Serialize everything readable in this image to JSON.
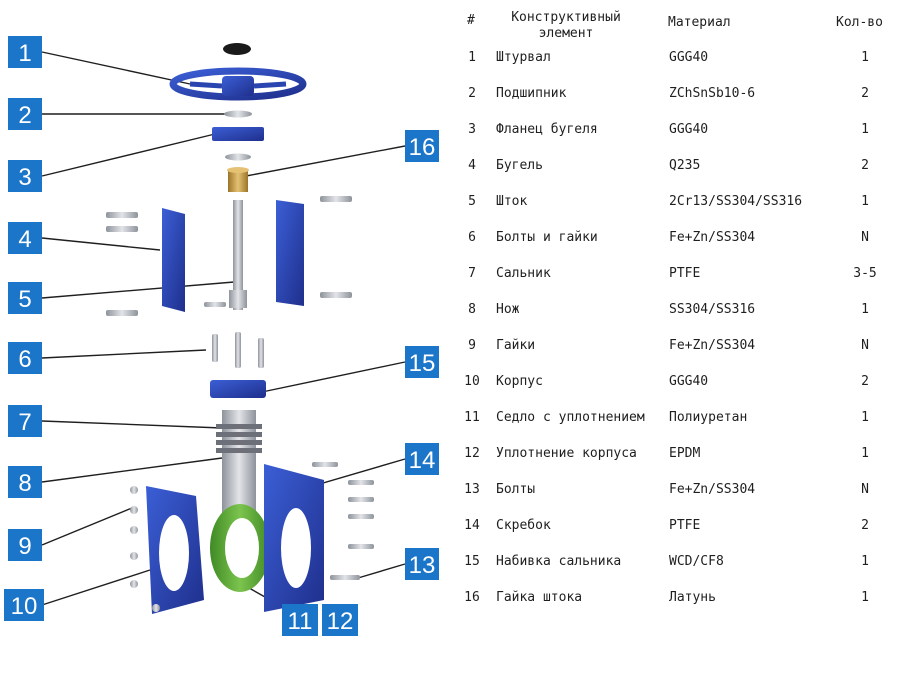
{
  "table": {
    "headers": {
      "num": "#",
      "element_line1": "Конструктивный",
      "element_line2": "элемент",
      "material": "Материал",
      "qty": "Кол-во"
    },
    "rows": [
      {
        "num": "1",
        "element": "Штурвал",
        "material": "GGG40",
        "qty": "1"
      },
      {
        "num": "2",
        "element": "Подшипник",
        "material": "ZChSnSb10-6",
        "qty": "2"
      },
      {
        "num": "3",
        "element": "Фланец бугеля",
        "material": "GGG40",
        "qty": "1"
      },
      {
        "num": "4",
        "element": "Бугель",
        "material": "Q235",
        "qty": "2"
      },
      {
        "num": "5",
        "element": "Шток",
        "material": "2Cr13/SS304/SS316",
        "qty": "1"
      },
      {
        "num": "6",
        "element": "Болты и гайки",
        "material": "Fe+Zn/SS304",
        "qty": "N"
      },
      {
        "num": "7",
        "element": "Сальник",
        "material": "PTFE",
        "qty": "3-5"
      },
      {
        "num": "8",
        "element": "Нож",
        "material": "SS304/SS316",
        "qty": "1"
      },
      {
        "num": "9",
        "element": "Гайки",
        "material": "Fe+Zn/SS304",
        "qty": "N"
      },
      {
        "num": "10",
        "element": "Корпус",
        "material": "GGG40",
        "qty": "2"
      },
      {
        "num": "11",
        "element": "Седло с уплотнением",
        "material": "Полиуретан",
        "qty": "1"
      },
      {
        "num": "12",
        "element": "Уплотнение корпуса",
        "material": "EPDM",
        "qty": "1"
      },
      {
        "num": "13",
        "element": "Болты",
        "material": "Fe+Zn/SS304",
        "qty": "N"
      },
      {
        "num": "14",
        "element": "Скребок",
        "material": "PTFE",
        "qty": "2"
      },
      {
        "num": "15",
        "element": "Набивка сальника",
        "material": "WCD/CF8",
        "qty": "1"
      },
      {
        "num": "16",
        "element": "Гайка штока",
        "material": "Латунь",
        "qty": "1"
      }
    ]
  },
  "callouts": {
    "c1": "1",
    "c2": "2",
    "c3": "3",
    "c4": "4",
    "c5": "5",
    "c6": "6",
    "c7": "7",
    "c8": "8",
    "c9": "9",
    "c10": "10",
    "c11": "11",
    "c12": "12",
    "c13": "13",
    "c14": "14",
    "c15": "15",
    "c16": "16"
  },
  "colors": {
    "callout_box": "#1b75c9",
    "valve_blue": "#2a44b0",
    "seat_green": "#5aa83a",
    "metal": "#b8bcc4",
    "brass": "#c79a3c"
  }
}
